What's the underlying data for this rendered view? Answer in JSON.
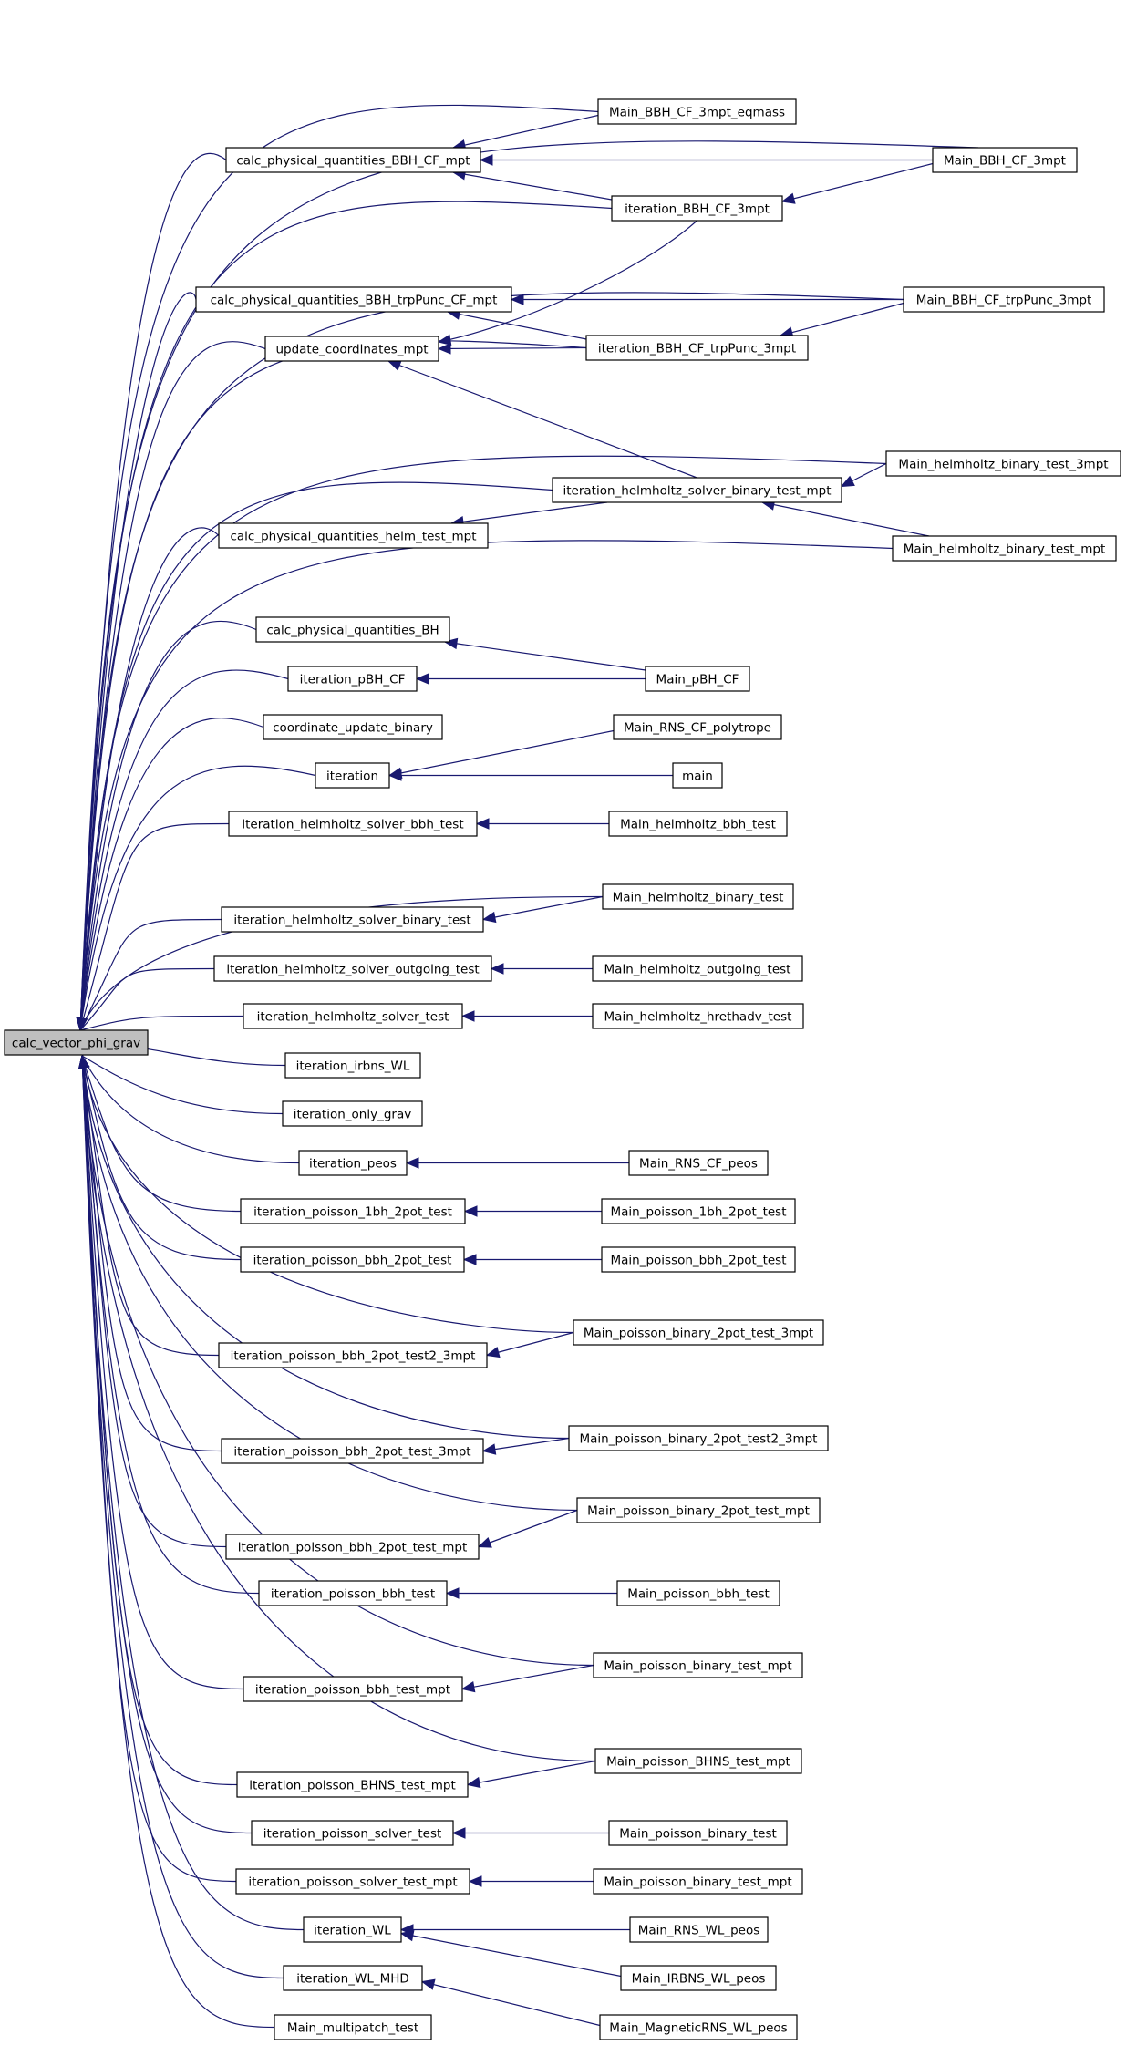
{
  "diagram": {
    "type": "call-graph",
    "colors": {
      "edge": "#191970",
      "root_fill": "#bfbfbf",
      "node_fill": "#ffffff",
      "node_border": "#000000"
    },
    "root": "calc_vector_phi_grav",
    "nodes": [
      {
        "id": "calc_vector_phi_grav",
        "label": "calc_vector_phi_grav"
      },
      {
        "id": "calc_physical_quantities_BBH_CF_mpt",
        "label": "calc_physical_quantities_BBH_CF_mpt"
      },
      {
        "id": "calc_physical_quantities_BBH_trpPunc_CF_mpt",
        "label": "calc_physical_quantities_BBH_trpPunc_CF_mpt"
      },
      {
        "id": "update_coordinates_mpt",
        "label": "update_coordinates_mpt"
      },
      {
        "id": "calc_physical_quantities_helm_test_mpt",
        "label": "calc_physical_quantities_helm_test_mpt"
      },
      {
        "id": "calc_physical_quantities_BH",
        "label": "calc_physical_quantities_BH"
      },
      {
        "id": "iteration_pBH_CF",
        "label": "iteration_pBH_CF"
      },
      {
        "id": "coordinate_update_binary",
        "label": "coordinate_update_binary"
      },
      {
        "id": "iteration",
        "label": "iteration"
      },
      {
        "id": "iteration_helmholtz_solver_bbh_test",
        "label": "iteration_helmholtz_solver_bbh_test"
      },
      {
        "id": "iteration_helmholtz_solver_binary_test",
        "label": "iteration_helmholtz_solver_binary_test"
      },
      {
        "id": "iteration_helmholtz_solver_outgoing_test",
        "label": "iteration_helmholtz_solver_outgoing_test"
      },
      {
        "id": "iteration_helmholtz_solver_test",
        "label": "iteration_helmholtz_solver_test"
      },
      {
        "id": "iteration_irbns_WL",
        "label": "iteration_irbns_WL"
      },
      {
        "id": "iteration_only_grav",
        "label": "iteration_only_grav"
      },
      {
        "id": "iteration_peos",
        "label": "iteration_peos"
      },
      {
        "id": "iteration_poisson_1bh_2pot_test",
        "label": "iteration_poisson_1bh_2pot_test"
      },
      {
        "id": "iteration_poisson_bbh_2pot_test",
        "label": "iteration_poisson_bbh_2pot_test"
      },
      {
        "id": "iteration_poisson_bbh_2pot_test2_3mpt",
        "label": "iteration_poisson_bbh_2pot_test2_3mpt"
      },
      {
        "id": "iteration_poisson_bbh_2pot_test_3mpt",
        "label": "iteration_poisson_bbh_2pot_test_3mpt"
      },
      {
        "id": "iteration_poisson_bbh_2pot_test_mpt",
        "label": "iteration_poisson_bbh_2pot_test_mpt"
      },
      {
        "id": "iteration_poisson_bbh_test",
        "label": "iteration_poisson_bbh_test"
      },
      {
        "id": "iteration_poisson_bbh_test_mpt",
        "label": "iteration_poisson_bbh_test_mpt"
      },
      {
        "id": "iteration_poisson_BHNS_test_mpt",
        "label": "iteration_poisson_BHNS_test_mpt"
      },
      {
        "id": "iteration_poisson_solver_test",
        "label": "iteration_poisson_solver_test"
      },
      {
        "id": "iteration_poisson_solver_test_mpt",
        "label": "iteration_poisson_solver_test_mpt"
      },
      {
        "id": "iteration_WL",
        "label": "iteration_WL"
      },
      {
        "id": "iteration_WL_MHD",
        "label": "iteration_WL_MHD"
      },
      {
        "id": "Main_multipatch_test",
        "label": "Main_multipatch_test"
      },
      {
        "id": "Main_BBH_CF_3mpt_eqmass",
        "label": "Main_BBH_CF_3mpt_eqmass"
      },
      {
        "id": "Main_BBH_CF_3mpt",
        "label": "Main_BBH_CF_3mpt"
      },
      {
        "id": "iteration_BBH_CF_3mpt",
        "label": "iteration_BBH_CF_3mpt"
      },
      {
        "id": "Main_BBH_CF_trpPunc_3mpt",
        "label": "Main_BBH_CF_trpPunc_3mpt"
      },
      {
        "id": "iteration_BBH_CF_trpPunc_3mpt",
        "label": "iteration_BBH_CF_trpPunc_3mpt"
      },
      {
        "id": "Main_helmholtz_binary_test_3mpt",
        "label": "Main_helmholtz_binary_test_3mpt"
      },
      {
        "id": "iteration_helmholtz_solver_binary_test_mpt",
        "label": "iteration_helmholtz_solver_binary_test_mpt"
      },
      {
        "id": "Main_helmholtz_binary_test_mpt",
        "label": "Main_helmholtz_binary_test_mpt"
      },
      {
        "id": "Main_pBH_CF",
        "label": "Main_pBH_CF"
      },
      {
        "id": "Main_RNS_CF_polytrope",
        "label": "Main_RNS_CF_polytrope"
      },
      {
        "id": "main",
        "label": "main"
      },
      {
        "id": "Main_helmholtz_bbh_test",
        "label": "Main_helmholtz_bbh_test"
      },
      {
        "id": "Main_helmholtz_binary_test",
        "label": "Main_helmholtz_binary_test"
      },
      {
        "id": "Main_helmholtz_outgoing_test",
        "label": "Main_helmholtz_outgoing_test"
      },
      {
        "id": "Main_helmholtz_hrethadv_test",
        "label": "Main_helmholtz_hrethadv_test"
      },
      {
        "id": "Main_RNS_CF_peos",
        "label": "Main_RNS_CF_peos"
      },
      {
        "id": "Main_poisson_1bh_2pot_test",
        "label": "Main_poisson_1bh_2pot_test"
      },
      {
        "id": "Main_poisson_bbh_2pot_test",
        "label": "Main_poisson_bbh_2pot_test"
      },
      {
        "id": "Main_poisson_binary_2pot_test_3mpt",
        "label": "Main_poisson_binary_2pot_test_3mpt"
      },
      {
        "id": "Main_poisson_binary_2pot_test2_3mpt",
        "label": "Main_poisson_binary_2pot_test2_3mpt"
      },
      {
        "id": "Main_poisson_binary_2pot_test_mpt",
        "label": "Main_poisson_binary_2pot_test_mpt"
      },
      {
        "id": "Main_poisson_bbh_test",
        "label": "Main_poisson_bbh_test"
      },
      {
        "id": "Main_poisson_binary_test_mpt",
        "label": "Main_poisson_binary_test_mpt"
      },
      {
        "id": "Main_poisson_BHNS_test_mpt",
        "label": "Main_poisson_BHNS_test_mpt"
      },
      {
        "id": "Main_poisson_binary_test",
        "label": "Main_poisson_binary_test"
      },
      {
        "id": "Main_poisson_binary_test_mpt_2",
        "label": "Main_poisson_binary_test_mpt"
      },
      {
        "id": "Main_RNS_WL_peos",
        "label": "Main_RNS_WL_peos"
      },
      {
        "id": "Main_IRBNS_WL_peos",
        "label": "Main_IRBNS_WL_peos"
      },
      {
        "id": "Main_MagneticRNS_WL_peos",
        "label": "Main_MagneticRNS_WL_peos"
      }
    ],
    "edges": [
      {
        "from": "Main_BBH_CF_3mpt",
        "to": "calc_vector_phi_grav"
      },
      {
        "from": "Main_BBH_CF_3mpt_eqmass",
        "to": "calc_vector_phi_grav"
      },
      {
        "from": "calc_physical_quantities_BBH_CF_mpt",
        "to": "calc_vector_phi_grav"
      },
      {
        "from": "iteration_BBH_CF_3mpt",
        "to": "calc_vector_phi_grav"
      },
      {
        "from": "Main_BBH_CF_trpPunc_3mpt",
        "to": "calc_vector_phi_grav"
      },
      {
        "from": "calc_physical_quantities_BBH_trpPunc_CF_mpt",
        "to": "calc_vector_phi_grav"
      },
      {
        "from": "update_coordinates_mpt",
        "to": "calc_vector_phi_grav"
      },
      {
        "from": "iteration_BBH_CF_trpPunc_3mpt",
        "to": "calc_vector_phi_grav"
      },
      {
        "from": "Main_helmholtz_binary_test_3mpt",
        "to": "calc_vector_phi_grav"
      },
      {
        "from": "iteration_helmholtz_solver_binary_test_mpt",
        "to": "calc_vector_phi_grav"
      },
      {
        "from": "calc_physical_quantities_helm_test_mpt",
        "to": "calc_vector_phi_grav"
      },
      {
        "from": "Main_helmholtz_binary_test_mpt",
        "to": "calc_vector_phi_grav"
      },
      {
        "from": "calc_physical_quantities_BH",
        "to": "calc_vector_phi_grav"
      },
      {
        "from": "iteration_pBH_CF",
        "to": "calc_vector_phi_grav"
      },
      {
        "from": "coordinate_update_binary",
        "to": "calc_vector_phi_grav"
      },
      {
        "from": "iteration",
        "to": "calc_vector_phi_grav"
      },
      {
        "from": "iteration_helmholtz_solver_bbh_test",
        "to": "calc_vector_phi_grav"
      },
      {
        "from": "Main_helmholtz_binary_test",
        "to": "calc_vector_phi_grav"
      },
      {
        "from": "iteration_helmholtz_solver_binary_test",
        "to": "calc_vector_phi_grav"
      },
      {
        "from": "iteration_helmholtz_solver_outgoing_test",
        "to": "calc_vector_phi_grav"
      },
      {
        "from": "iteration_helmholtz_solver_test",
        "to": "calc_vector_phi_grav"
      },
      {
        "from": "iteration_irbns_WL",
        "to": "calc_vector_phi_grav"
      },
      {
        "from": "iteration_only_grav",
        "to": "calc_vector_phi_grav"
      },
      {
        "from": "iteration_peos",
        "to": "calc_vector_phi_grav"
      },
      {
        "from": "iteration_poisson_1bh_2pot_test",
        "to": "calc_vector_phi_grav"
      },
      {
        "from": "iteration_poisson_bbh_2pot_test",
        "to": "calc_vector_phi_grav"
      },
      {
        "from": "Main_poisson_binary_2pot_test_3mpt",
        "to": "calc_vector_phi_grav"
      },
      {
        "from": "iteration_poisson_bbh_2pot_test2_3mpt",
        "to": "calc_vector_phi_grav"
      },
      {
        "from": "Main_poisson_binary_2pot_test2_3mpt",
        "to": "calc_vector_phi_grav"
      },
      {
        "from": "iteration_poisson_bbh_2pot_test_3mpt",
        "to": "calc_vector_phi_grav"
      },
      {
        "from": "Main_poisson_binary_2pot_test_mpt",
        "to": "calc_vector_phi_grav"
      },
      {
        "from": "iteration_poisson_bbh_2pot_test_mpt",
        "to": "calc_vector_phi_grav"
      },
      {
        "from": "iteration_poisson_bbh_test",
        "to": "calc_vector_phi_grav"
      },
      {
        "from": "Main_poisson_binary_test_mpt",
        "to": "calc_vector_phi_grav"
      },
      {
        "from": "iteration_poisson_bbh_test_mpt",
        "to": "calc_vector_phi_grav"
      },
      {
        "from": "Main_poisson_BHNS_test_mpt",
        "to": "calc_vector_phi_grav"
      },
      {
        "from": "iteration_poisson_BHNS_test_mpt",
        "to": "calc_vector_phi_grav"
      },
      {
        "from": "iteration_poisson_solver_test",
        "to": "calc_vector_phi_grav"
      },
      {
        "from": "iteration_poisson_solver_test_mpt",
        "to": "calc_vector_phi_grav"
      },
      {
        "from": "iteration_WL",
        "to": "calc_vector_phi_grav"
      },
      {
        "from": "iteration_WL_MHD",
        "to": "calc_vector_phi_grav"
      },
      {
        "from": "Main_multipatch_test",
        "to": "calc_vector_phi_grav"
      },
      {
        "from": "Main_BBH_CF_3mpt_eqmass",
        "to": "calc_physical_quantities_BBH_CF_mpt"
      },
      {
        "from": "Main_BBH_CF_3mpt",
        "to": "calc_physical_quantities_BBH_CF_mpt"
      },
      {
        "from": "iteration_BBH_CF_3mpt",
        "to": "calc_physical_quantities_BBH_CF_mpt"
      },
      {
        "from": "Main_BBH_CF_3mpt",
        "to": "iteration_BBH_CF_3mpt"
      },
      {
        "from": "iteration_BBH_CF_3mpt",
        "to": "update_coordinates_mpt"
      },
      {
        "from": "Main_BBH_CF_trpPunc_3mpt",
        "to": "calc_physical_quantities_BBH_trpPunc_CF_mpt"
      },
      {
        "from": "iteration_BBH_CF_trpPunc_3mpt",
        "to": "calc_physical_quantities_BBH_trpPunc_CF_mpt"
      },
      {
        "from": "Main_BBH_CF_trpPunc_3mpt",
        "to": "iteration_BBH_CF_trpPunc_3mpt"
      },
      {
        "from": "iteration_BBH_CF_trpPunc_3mpt",
        "to": "update_coordinates_mpt"
      },
      {
        "from": "iteration_helmholtz_solver_binary_test_mpt",
        "to": "update_coordinates_mpt"
      },
      {
        "from": "Main_helmholtz_binary_test_3mpt",
        "to": "iteration_helmholtz_solver_binary_test_mpt"
      },
      {
        "from": "iteration_helmholtz_solver_binary_test_mpt",
        "to": "calc_physical_quantities_helm_test_mpt"
      },
      {
        "from": "Main_helmholtz_binary_test_mpt",
        "to": "iteration_helmholtz_solver_binary_test_mpt"
      },
      {
        "from": "Main_pBH_CF",
        "to": "calc_physical_quantities_BH"
      },
      {
        "from": "Main_pBH_CF",
        "to": "iteration_pBH_CF"
      },
      {
        "from": "Main_RNS_CF_polytrope",
        "to": "iteration"
      },
      {
        "from": "main",
        "to": "iteration"
      },
      {
        "from": "Main_helmholtz_bbh_test",
        "to": "iteration_helmholtz_solver_bbh_test"
      },
      {
        "from": "Main_helmholtz_binary_test",
        "to": "iteration_helmholtz_solver_binary_test"
      },
      {
        "from": "Main_helmholtz_outgoing_test",
        "to": "iteration_helmholtz_solver_outgoing_test"
      },
      {
        "from": "Main_helmholtz_hrethadv_test",
        "to": "iteration_helmholtz_solver_test"
      },
      {
        "from": "Main_RNS_CF_peos",
        "to": "iteration_peos"
      },
      {
        "from": "Main_poisson_1bh_2pot_test",
        "to": "iteration_poisson_1bh_2pot_test"
      },
      {
        "from": "Main_poisson_bbh_2pot_test",
        "to": "iteration_poisson_bbh_2pot_test"
      },
      {
        "from": "Main_poisson_binary_2pot_test_3mpt",
        "to": "iteration_poisson_bbh_2pot_test2_3mpt"
      },
      {
        "from": "Main_poisson_binary_2pot_test2_3mpt",
        "to": "iteration_poisson_bbh_2pot_test_3mpt"
      },
      {
        "from": "Main_poisson_binary_2pot_test_mpt",
        "to": "iteration_poisson_bbh_2pot_test_mpt"
      },
      {
        "from": "Main_poisson_bbh_test",
        "to": "iteration_poisson_bbh_test"
      },
      {
        "from": "Main_poisson_binary_test_mpt",
        "to": "iteration_poisson_bbh_test_mpt"
      },
      {
        "from": "Main_poisson_BHNS_test_mpt",
        "to": "iteration_poisson_BHNS_test_mpt"
      },
      {
        "from": "Main_poisson_binary_test",
        "to": "iteration_poisson_solver_test"
      },
      {
        "from": "Main_poisson_binary_test_mpt_2",
        "to": "iteration_poisson_solver_test_mpt"
      },
      {
        "from": "Main_RNS_WL_peos",
        "to": "iteration_WL"
      },
      {
        "from": "Main_IRBNS_WL_peos",
        "to": "iteration_WL"
      },
      {
        "from": "Main_MagneticRNS_WL_peos",
        "to": "iteration_WL_MHD"
      }
    ]
  }
}
